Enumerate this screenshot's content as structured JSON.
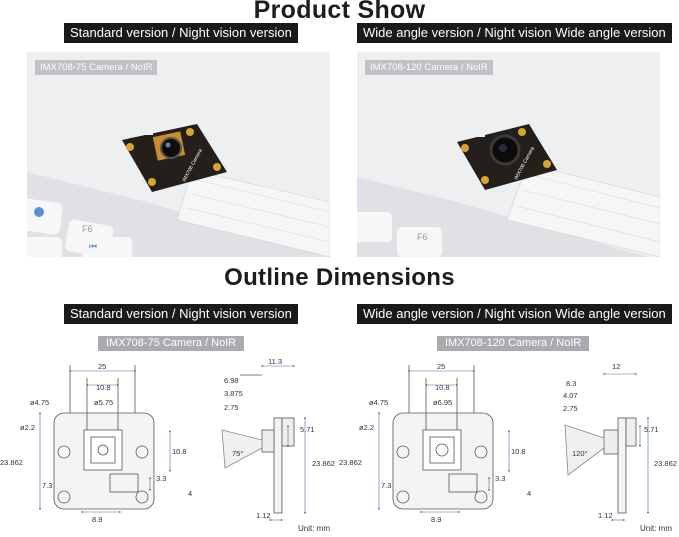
{
  "headings": {
    "product_show": "Product Show",
    "outline_dimensions": "Outline Dimensions"
  },
  "versions": {
    "standard": "Standard version / Night vision version",
    "wide": "Wide angle version / Night vision Wide angle version"
  },
  "cameras": {
    "standard": "IMX708-75 Camera / NoIR",
    "wide": "IMX708-120 Camera / NoIR"
  },
  "board_text": "IMX708 Camera",
  "keyboard_key": "F6",
  "unit_label": "Unit: mm",
  "dims_standard": {
    "width": "25",
    "hole_spacing": "10.8",
    "hole_dia": "ø4.75",
    "lens_dia": "ø5.75",
    "edge": "ø2.2",
    "height": "23.862",
    "bottom_offset": "7.3",
    "sensor_h": "10.8",
    "conn_offset": "3.3",
    "conn_h": "4",
    "bottom_w": "8.9",
    "side_top": "11.3",
    "side_a": "6.98",
    "side_b": "3.875",
    "side_c": "2.75",
    "side_lens": "5.71",
    "side_height": "23.862",
    "side_thick": "1.12",
    "fov": "75°"
  },
  "dims_wide": {
    "width": "25",
    "hole_spacing": "10.8",
    "hole_dia": "ø4.75",
    "lens_dia": "ø6.95",
    "edge": "ø2.2",
    "height": "23.862",
    "bottom_offset": "7.3",
    "sensor_h": "10.8",
    "conn_offset": "3.3",
    "conn_h": "4",
    "bottom_w": "8.9",
    "side_top": "12",
    "side_a": "8.3",
    "side_b": "4.07",
    "side_c": "2.75",
    "side_lens": "5.71",
    "side_height": "23.862",
    "side_thick": "1.12",
    "fov": "120°"
  },
  "colors": {
    "tag_bg": "#1a1a1a",
    "caption_bg": "#a9abae",
    "pcb": "#1f1b16",
    "gold": "#d6a52d",
    "dim_line": "#4a6fa8"
  }
}
